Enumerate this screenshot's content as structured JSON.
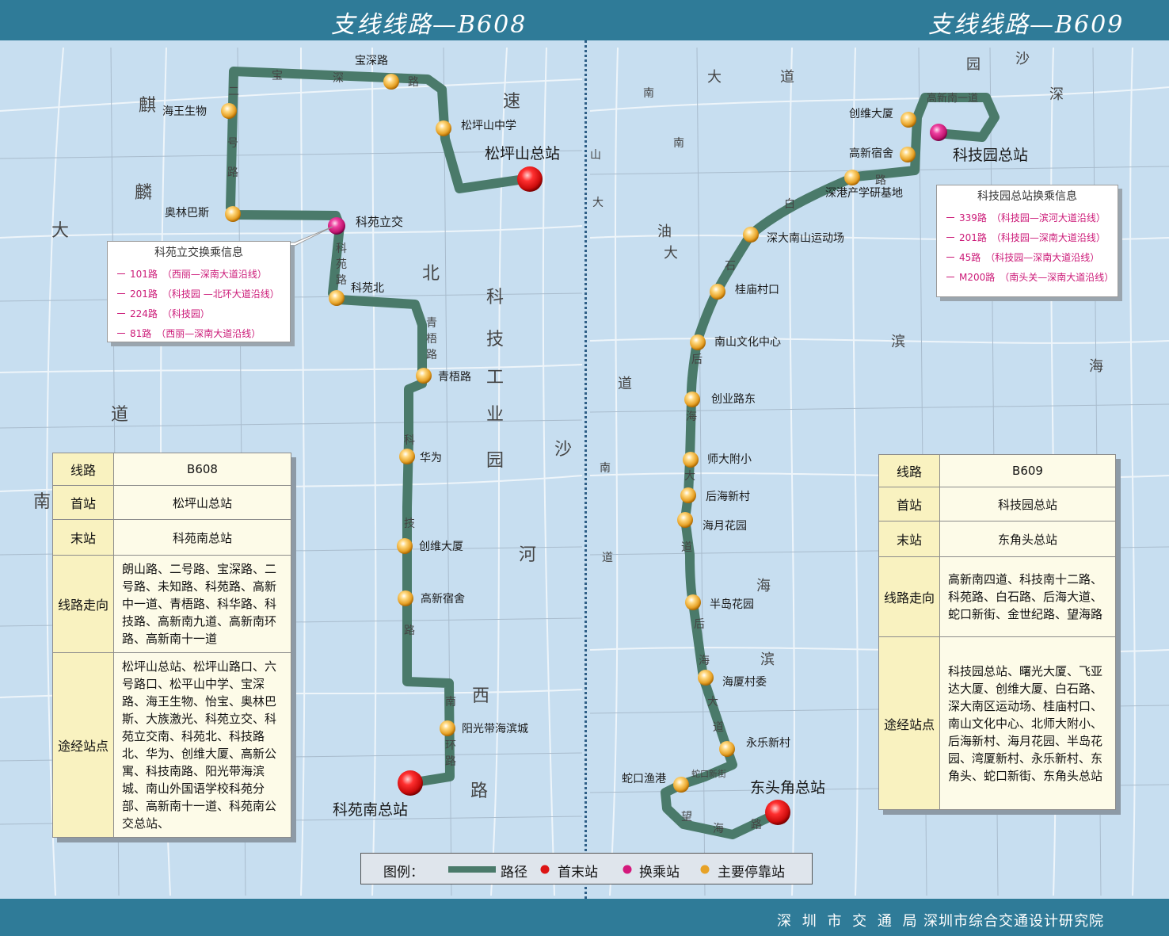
{
  "header": {
    "left_title": "支线线路—B608",
    "right_title": "支线线路—B609"
  },
  "footer": {
    "org1": "深 圳 市 交 通 局",
    "org2": "深圳市综合交通设计研究院"
  },
  "colors": {
    "route": "#4a7a6a",
    "bar": "#2f7b98",
    "terminal": "#dd1515",
    "transfer": "#d4197c",
    "stop": "#e7a227"
  },
  "b608": {
    "terminals": [
      {
        "label": "松坪山总站"
      },
      {
        "label": "科苑南总站"
      }
    ],
    "transfer_stops": [
      {
        "label": "科苑立交"
      }
    ],
    "stops": [
      {
        "label": "宝深路"
      },
      {
        "label": "松坪山中学"
      },
      {
        "label": "海王生物"
      },
      {
        "label": "奥林巴斯"
      },
      {
        "label": "科苑北"
      },
      {
        "label": "青梧路"
      },
      {
        "label": "华为"
      },
      {
        "label": "创维大厦"
      },
      {
        "label": "高新宿舍"
      },
      {
        "label": "阳光带海滨城"
      }
    ],
    "transfer_box": {
      "title": "科苑立交换乘信息",
      "routes": [
        {
          "route": "101路",
          "desc": "（西丽—深南大道沿线）"
        },
        {
          "route": "201路",
          "desc": "（科技园 —北环大道沿线）"
        },
        {
          "route": "224路",
          "desc": "（科技园）"
        },
        {
          "route": "81路",
          "desc": "（西丽—深南大道沿线）"
        }
      ]
    },
    "table": {
      "rows": [
        {
          "label": "线路",
          "value": "B608"
        },
        {
          "label": "首站",
          "value": "松坪山总站"
        },
        {
          "label": "末站",
          "value": "科苑南总站"
        },
        {
          "label": "线路走向",
          "value": "朗山路、二号路、宝深路、二号路、未知路、科苑路、高新中一道、青梧路、科华路、科技路、高新南九道、高新南环路、高新南十一道"
        },
        {
          "label": "途经站点",
          "value": "松坪山总站、松坪山路口、六号路口、松平山中学、宝深路、海王生物、怡宝、奥林巴斯、大族激光、科苑立交、科苑立交南、科苑北、科技路北、华为、创维大厦、高新公寓、科技南路、阳光带海滨城、南山外国语学校科苑分部、高新南十一道、科苑南公交总站、"
        }
      ]
    }
  },
  "b609": {
    "terminals": [
      {
        "label": "科技园总站"
      },
      {
        "label": "东头角总站"
      }
    ],
    "stops": [
      {
        "label": "创维大厦"
      },
      {
        "label": "高新宿舍"
      },
      {
        "label": "深港产学研基地"
      },
      {
        "label": "深大南山运动场"
      },
      {
        "label": "桂庙村口"
      },
      {
        "label": "南山文化中心"
      },
      {
        "label": "创业路东"
      },
      {
        "label": "师大附小"
      },
      {
        "label": "后海新村"
      },
      {
        "label": "海月花园"
      },
      {
        "label": "半岛花园"
      },
      {
        "label": "海厦村委"
      },
      {
        "label": "永乐新村"
      },
      {
        "label": "蛇口渔港"
      }
    ],
    "transfer_box": {
      "title": "科技园总站换乘信息",
      "routes": [
        {
          "route": "339路",
          "desc": "（科技园—滨河大道沿线）"
        },
        {
          "route": "201路",
          "desc": "（科技园—深南大道沿线）"
        },
        {
          "route": "45路",
          "desc": "（科技园—深南大道沿线）"
        },
        {
          "route": "M200路",
          "desc": "（南头关—深南大道沿线）"
        }
      ]
    },
    "table": {
      "rows": [
        {
          "label": "线路",
          "value": "B609"
        },
        {
          "label": "首站",
          "value": "科技园总站"
        },
        {
          "label": "末站",
          "value": "东角头总站"
        },
        {
          "label": "线路走向",
          "value": "高新南四道、科技南十二路、科苑路、白石路、后海大道、蛇口新街、金世纪路、望海路"
        },
        {
          "label": "途经站点",
          "value": "科技园总站、曙光大厦、飞亚达大厦、创维大厦、白石路、深大南区运动场、桂庙村口、南山文化中心、北师大附小、后海新村、海月花园、半岛花园、湾厦新村、永乐新村、东角头、蛇口新街、东角头总站"
        }
      ]
    }
  },
  "road_labels": [
    {
      "text": "宝"
    },
    {
      "text": "深"
    },
    {
      "text": "路"
    },
    {
      "text": "速"
    },
    {
      "text": "二"
    },
    {
      "text": "号"
    },
    {
      "text": "路"
    },
    {
      "text": "麒"
    },
    {
      "text": "麟"
    },
    {
      "text": "大"
    },
    {
      "text": "道"
    },
    {
      "text": "南"
    },
    {
      "text": "北"
    },
    {
      "text": "科"
    },
    {
      "text": "技"
    },
    {
      "text": "工"
    },
    {
      "text": "业"
    },
    {
      "text": "园"
    },
    {
      "text": "沙"
    },
    {
      "text": "河"
    },
    {
      "text": "西"
    },
    {
      "text": "路"
    },
    {
      "text": "科"
    },
    {
      "text": "苑"
    },
    {
      "text": "路"
    },
    {
      "text": "青"
    },
    {
      "text": "梧"
    },
    {
      "text": "路"
    },
    {
      "text": "科"
    },
    {
      "text": "技"
    },
    {
      "text": "路"
    },
    {
      "text": "南"
    },
    {
      "text": "环"
    },
    {
      "text": "路"
    },
    {
      "text": "南"
    },
    {
      "text": "大"
    },
    {
      "text": "道"
    },
    {
      "text": "南"
    },
    {
      "text": "山"
    },
    {
      "text": "大"
    },
    {
      "text": "道"
    },
    {
      "text": "南"
    },
    {
      "text": "油"
    },
    {
      "text": "大"
    },
    {
      "text": "道"
    },
    {
      "text": "园"
    },
    {
      "text": "沙"
    },
    {
      "text": "深"
    },
    {
      "text": "滨"
    },
    {
      "text": "海"
    },
    {
      "text": "高新南一道"
    },
    {
      "text": "路"
    },
    {
      "text": "白"
    },
    {
      "text": "石"
    },
    {
      "text": "后"
    },
    {
      "text": "海"
    },
    {
      "text": "大"
    },
    {
      "text": "道"
    },
    {
      "text": "后"
    },
    {
      "text": "海"
    },
    {
      "text": "大"
    },
    {
      "text": "道"
    },
    {
      "text": "海"
    },
    {
      "text": "滨"
    },
    {
      "text": "蛇口新街"
    },
    {
      "text": "望"
    },
    {
      "text": "海"
    },
    {
      "text": "路"
    }
  ],
  "legend": {
    "title": "图例：",
    "items": [
      {
        "label": "路径"
      },
      {
        "label": "首末站"
      },
      {
        "label": "换乘站"
      },
      {
        "label": "主要停靠站"
      }
    ]
  }
}
